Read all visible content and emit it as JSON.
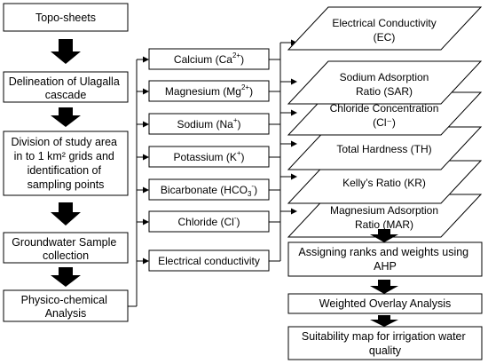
{
  "left_steps": [
    {
      "lines": [
        "Topo-sheets"
      ]
    },
    {
      "lines": [
        "Delineation of Ulagalla",
        "cascade"
      ]
    },
    {
      "lines": [
        "Division of study area",
        "in to 1 km² grids and",
        "identification of",
        "sampling points"
      ]
    },
    {
      "lines": [
        "Groundwater Sample",
        "collection"
      ]
    },
    {
      "lines": [
        "Physico-chemical",
        "Analysis"
      ]
    }
  ],
  "parameters": [
    {
      "name": "Calcium (Ca",
      "sup": "2+",
      "sub": "",
      "tail": ")"
    },
    {
      "name": "Magnesium (Mg",
      "sup": "2+",
      "sub": "",
      "tail": ")"
    },
    {
      "name": "Sodium (Na",
      "sup": "+",
      "sub": "",
      "tail": ")"
    },
    {
      "name": "Potassium (K",
      "sup": "+",
      "sub": "",
      "tail": ")"
    },
    {
      "name": "Bicarbonate (HCO",
      "sup": "-",
      "sub": "3",
      "tail": ")"
    },
    {
      "name": "Chloride (Cl",
      "sup": "-",
      "sub": "",
      "tail": ")"
    },
    {
      "name": "Electrical conductivity",
      "sup": "",
      "sub": "",
      "tail": ""
    }
  ],
  "layers": [
    {
      "lines": [
        "Electrical Conductivity",
        "(EC)"
      ]
    },
    {
      "lines": [
        "Sodium Adsorption",
        "Ratio (SAR)"
      ]
    },
    {
      "lines": [
        "Chloride Concentration",
        "(Cl⁻)"
      ]
    },
    {
      "lines": [
        "Total Hardness (TH)"
      ]
    },
    {
      "lines": [
        "Kelly’s Ratio (KR)"
      ]
    },
    {
      "lines": [
        "Magnesium Adsorption",
        "Ratio (MAR)"
      ]
    }
  ],
  "final_steps": [
    {
      "lines": [
        "Assigning ranks and weights using",
        "AHP"
      ]
    },
    {
      "lines": [
        "Weighted Overlay Analysis"
      ]
    },
    {
      "lines": [
        "Suitability map for irrigation water",
        "quality"
      ]
    }
  ]
}
